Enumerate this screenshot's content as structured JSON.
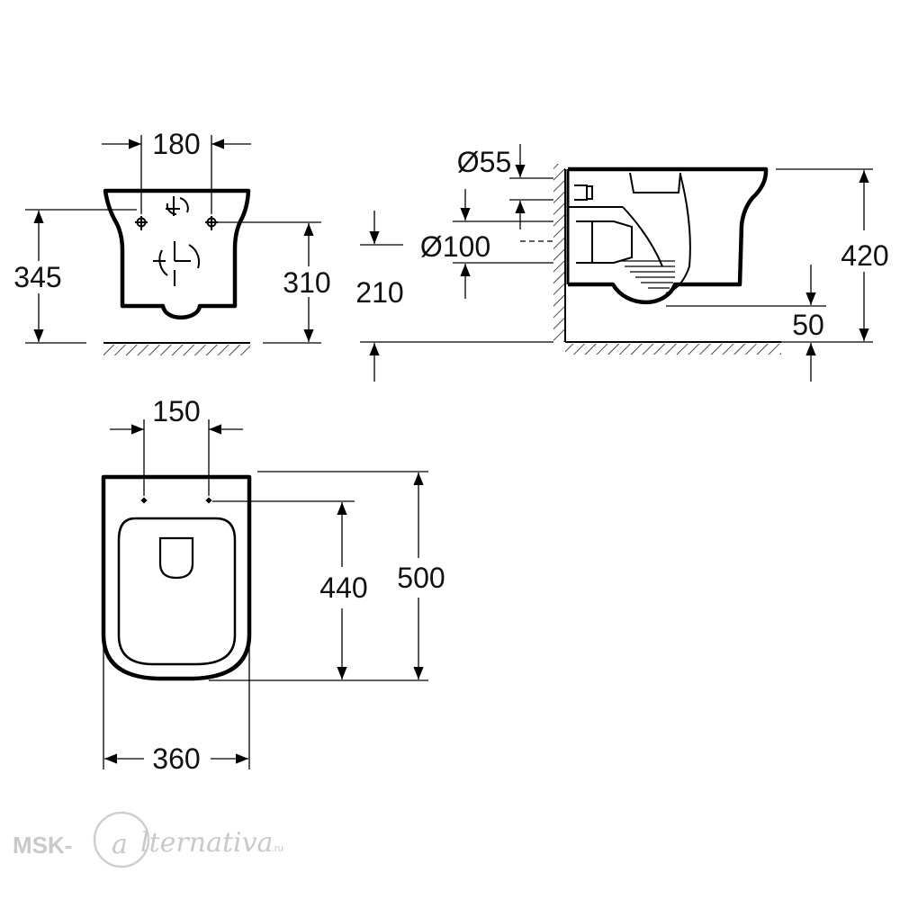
{
  "dimensions": {
    "front_fixing_spacing": "180",
    "front_overall_height": "345",
    "front_fixing_height": "310",
    "side_inlet": "Ø55",
    "side_outlet": "Ø100",
    "side_outlet_height": "210",
    "side_rim_height": "420",
    "side_bottom_clearance": "50",
    "top_fixing_spacing": "150",
    "top_fixing_to_front": "440",
    "top_depth": "500",
    "top_width": "360"
  },
  "watermark": {
    "prefix": "MSK-",
    "letter": "a",
    "suffix": "lternativa",
    "tld": ".ru"
  }
}
